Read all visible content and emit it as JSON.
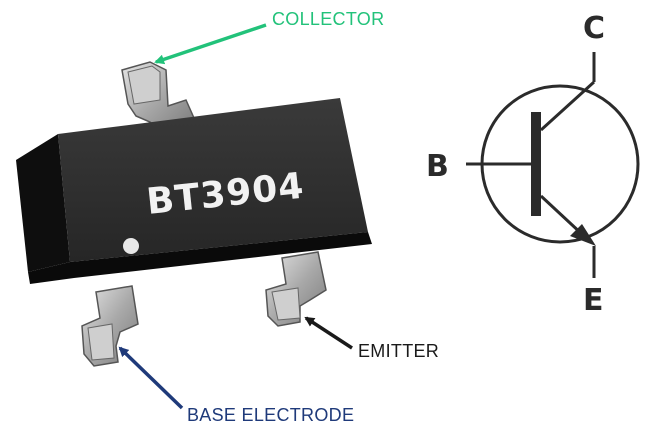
{
  "chip": {
    "marking": "BT3904"
  },
  "callouts": {
    "collector": "COLLECTOR",
    "emitter": "EMITTER",
    "base": "BASE ELECTRODE"
  },
  "symbol": {
    "c": "C",
    "b": "B",
    "e": "E"
  },
  "colors": {
    "collector": "#22c27a",
    "emitter": "#1a1a1a",
    "base": "#1f3a7a",
    "body": "#1b1b1b",
    "lead": "#a9a9a9"
  }
}
